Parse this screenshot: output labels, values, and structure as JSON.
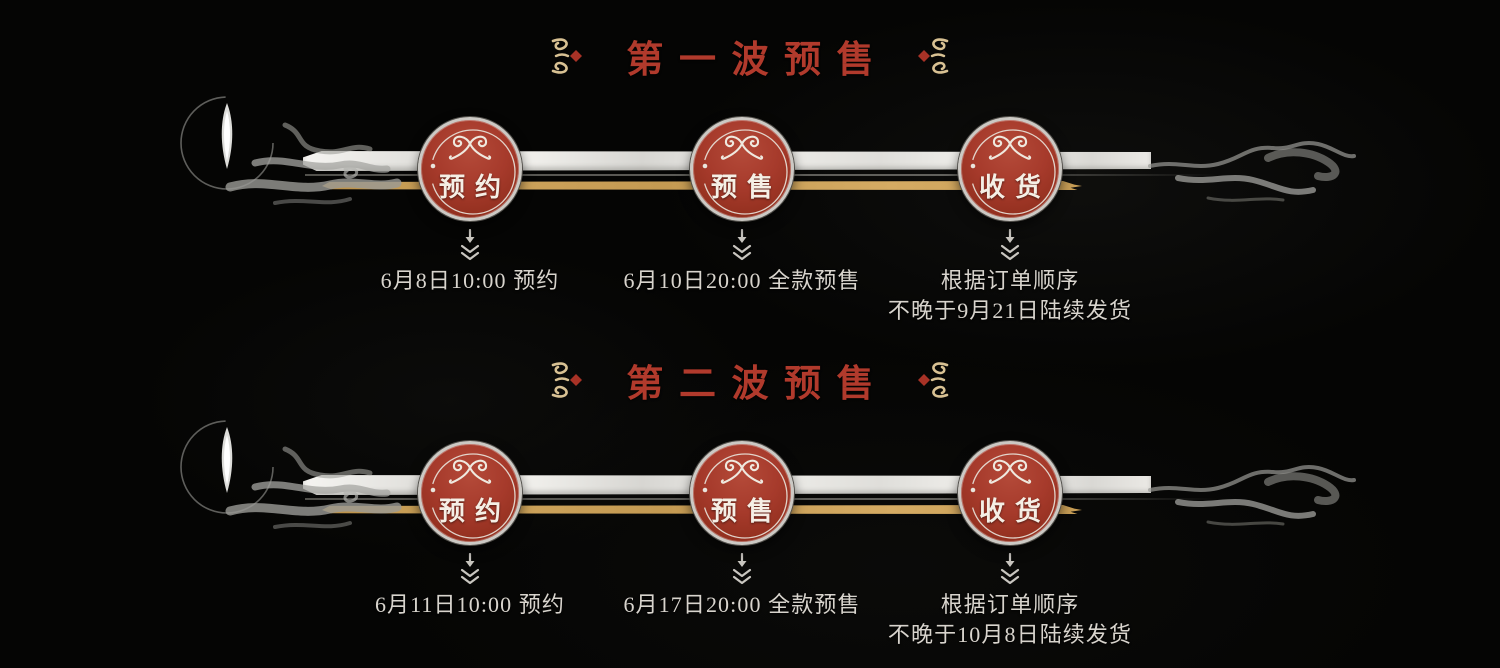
{
  "theme": {
    "background": "#050504",
    "title_red": "#b13a2c",
    "badge_red": "#a63a2b",
    "gold_stroke": "#c99e56",
    "silver_bar": "#ebe9e5",
    "text_light": "#d8d4cd",
    "flourish_cream": "#d8c193",
    "flourish_diamond": "#a83226"
  },
  "icons": {
    "title_flourish": "scroll-bracket-with-diamond",
    "badge_ornament": "cloud-curl",
    "step_arrow": "double-chevron-down-arrow",
    "left_decor": "ink-cloud-with-eye",
    "right_decor": "ink-cloud"
  },
  "sections": [
    {
      "title": "第一波预售",
      "steps": [
        {
          "badge": "预约",
          "lines": [
            "6月8日10:00 预约"
          ]
        },
        {
          "badge": "预售",
          "lines": [
            "6月10日20:00 全款预售"
          ]
        },
        {
          "badge": "收货",
          "lines": [
            "根据订单顺序",
            "不晚于9月21日陆续发货"
          ]
        }
      ]
    },
    {
      "title": "第二波预售",
      "steps": [
        {
          "badge": "预约",
          "lines": [
            "6月11日10:00 预约"
          ]
        },
        {
          "badge": "预售",
          "lines": [
            "6月17日20:00 全款预售"
          ]
        },
        {
          "badge": "收货",
          "lines": [
            "根据订单顺序",
            "不晚于10月8日陆续发货"
          ]
        }
      ]
    }
  ]
}
